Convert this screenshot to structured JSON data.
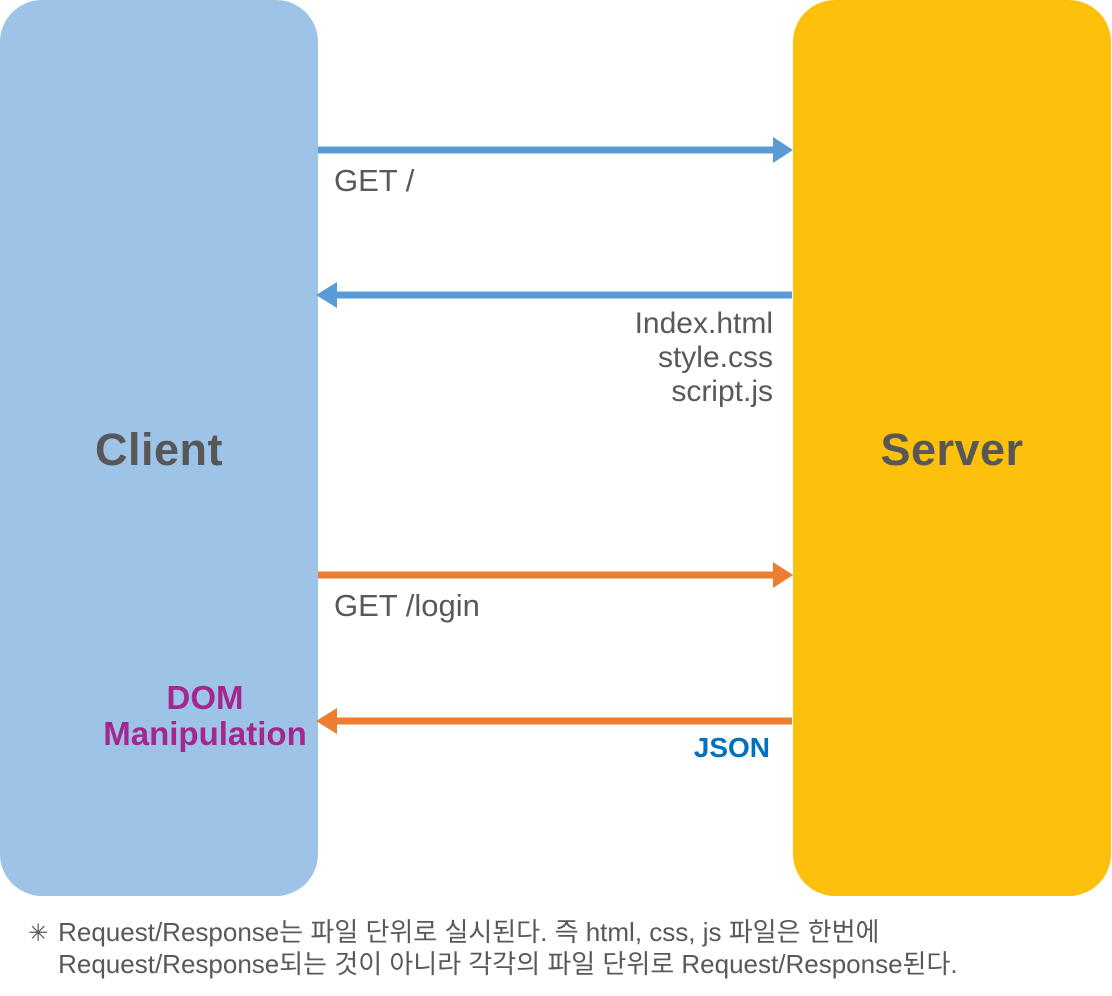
{
  "client": {
    "label": "Client"
  },
  "server": {
    "label": "Server"
  },
  "arrows": {
    "request_root": {
      "label": "GET /",
      "direction": "client-to-server",
      "color": "#5B9BD5"
    },
    "response_files": {
      "files": [
        "Index.html",
        "style.css",
        "script.js"
      ],
      "direction": "server-to-client",
      "color": "#5B9BD5"
    },
    "request_login": {
      "label": "GET /login",
      "direction": "client-to-server",
      "color": "#ED7D31"
    },
    "response_json": {
      "label": "JSON",
      "direction": "server-to-client",
      "color": "#ED7D31",
      "label_color": "#0070C0"
    }
  },
  "client_annotation": {
    "line1": "DOM",
    "line2": "Manipulation",
    "color": "#A3278F"
  },
  "note": {
    "bullet": "✳",
    "line1": "Request/Response는 파일 단위로 실시된다. 즉 html, css, js 파일은 한번에",
    "line2": "Request/Response되는 것이 아니라 각각의 파일 단위로 Request/Response된다."
  },
  "colors": {
    "client_box": "#9DC3E6",
    "server_box": "#FDC00C",
    "arrow_blue": "#5B9BD5",
    "arrow_orange": "#ED7D31",
    "label_gray": "#595959",
    "json_blue": "#0070C0",
    "dom_magenta": "#A3278F",
    "title_gray": "#575757"
  }
}
